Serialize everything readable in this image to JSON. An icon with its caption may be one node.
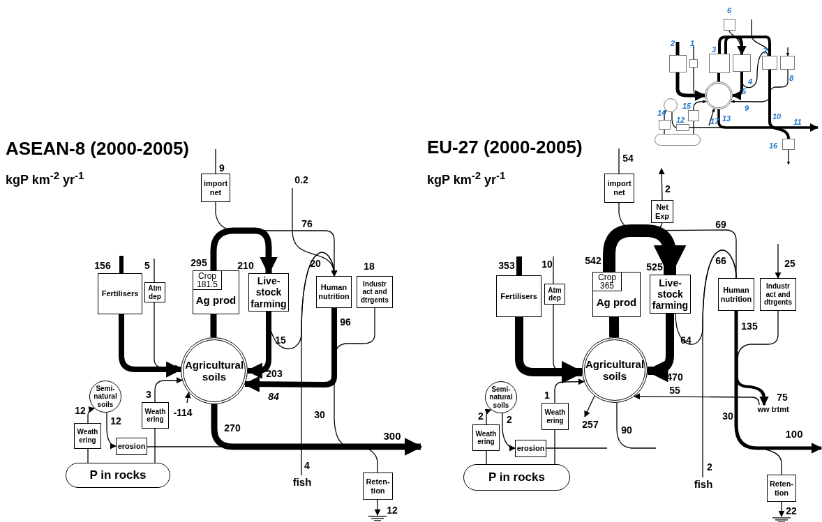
{
  "diagram": {
    "nodes": [
      {
        "text": [
          "import net"
        ]
      },
      {
        "text": [
          "Fertilisers"
        ]
      },
      {
        "text": [
          "Atm dep"
        ]
      },
      {
        "text": [
          "Crop 181.5",
          "Ag prod"
        ],
        "beside": [
          "295"
        ]
      },
      {
        "text": [
          "Live- stock farming"
        ]
      },
      {
        "text": [
          "Human nutrition"
        ],
        "beside": [
          "96"
        ]
      },
      {
        "text": [
          "Industr act and dtrgents"
        ],
        "beside": [
          "18"
        ]
      },
      {
        "text": [
          "Agricultural soils"
        ]
      },
      {
        "text": [
          "Semi- natural soils"
        ]
      },
      {
        "text": [
          "Weath ering"
        ]
      },
      {
        "text": [
          "Weath ering"
        ]
      },
      {
        "text": [
          "erosion"
        ]
      },
      {
        "text": [
          "P in rocks"
        ]
      },
      {
        "text": [
          "fish"
        ]
      },
      {
        "text": [
          "Reten- tion"
        ]
      },
      {
        "text": [
          "import net"
        ]
      },
      {
        "text": [
          "Net Exp"
        ]
      },
      {
        "text": [
          "Fertilisers"
        ]
      },
      {
        "text": [
          "Atm dep"
        ]
      },
      {
        "text": [
          "Crop 365",
          "Ag prod"
        ],
        "beside": [
          "542"
        ]
      },
      {
        "text": [
          "Live- stock farming"
        ]
      },
      {
        "text": [
          "Human nutrition"
        ],
        "beside": [
          "135"
        ]
      },
      {
        "text": [
          "Industr act and dtrgents"
        ]
      },
      {
        "text": [
          "Agricultural soils"
        ]
      },
      {
        "text": [
          "Semi- natural soils"
        ]
      },
      {
        "text": [
          "Weath ering"
        ]
      },
      {
        "text": [
          "Weath ering"
        ]
      },
      {
        "text": [
          "erosion"
        ]
      },
      {
        "text": [
          "P in rocks"
        ]
      },
      {
        "text": [
          "fish"
        ]
      },
      {
        "text": [
          "Reten- tion"
        ]
      },
      {
        "text": [
          "ww trtmt"
        ],
        "beside": [
          "75"
        ]
      },
      {
        "text": [],
        "shape": "box"
      },
      {
        "text": [],
        "shape": "box"
      },
      {
        "text": [],
        "shape": "box"
      },
      {
        "text": [],
        "shape": "box"
      },
      {
        "text": [],
        "shape": "box"
      },
      {
        "text": [],
        "shape": "box"
      },
      {
        "text": [],
        "shape": "box"
      },
      {
        "text": [],
        "shape": "circle"
      },
      {
        "text": [],
        "shape": "circle"
      },
      {
        "text": [],
        "shape": "box"
      },
      {
        "text": [],
        "shape": "box"
      },
      {
        "text": [],
        "shape": "box"
      },
      {
        "text": [],
        "shape": "box"
      },
      {
        "text": [],
        "shape": "box"
      }
    ],
    "edges": [
      {
        "from": null,
        "to": 0,
        "label": "9",
        "arrow": "none"
      },
      {
        "from": 0,
        "to": 4,
        "arrow": "to"
      },
      {
        "from": 3,
        "to": 4,
        "label": "210",
        "arrow": "to",
        "style": "thick"
      },
      {
        "from": 3,
        "to": 5,
        "label": "76",
        "arrow": "none"
      },
      {
        "from": null,
        "to": 5,
        "label": "0.2",
        "arrow": "to"
      },
      {
        "from": 4,
        "to": 5,
        "label": "15",
        "arrow": "to"
      },
      {
        "from": 13,
        "to": 5,
        "label": "4",
        "arrow": "to"
      },
      {
        "from": 7,
        "to": 3,
        "arrow": "none",
        "style": "thick"
      },
      {
        "from": null,
        "to": 1,
        "label": "156",
        "arrow": "none",
        "style": "thick"
      },
      {
        "from": 1,
        "to": 7,
        "arrow": "to",
        "style": "thick"
      },
      {
        "from": null,
        "to": 2,
        "label": "5",
        "arrow": "none"
      },
      {
        "from": 2,
        "to": 7,
        "arrow": "to"
      },
      {
        "from": 4,
        "to": 7,
        "label": "203",
        "arrow": "to",
        "style": "thick"
      },
      {
        "from": 5,
        "to": 7,
        "label": "84",
        "arrow": "to",
        "style": "thick"
      },
      {
        "from": 5,
        "to": null,
        "label": "30",
        "arrow": "none"
      },
      {
        "from": 6,
        "to": null,
        "arrow": "none"
      },
      {
        "from": null,
        "to": 7,
        "label": "-114",
        "arrow": "to"
      },
      {
        "from": 12,
        "to": 10,
        "arrow": "none"
      },
      {
        "from": 10,
        "to": 7,
        "label": "3",
        "arrow": "to"
      },
      {
        "from": 12,
        "to": 9,
        "arrow": "none"
      },
      {
        "from": 9,
        "to": 8,
        "label": "12",
        "arrow": "to"
      },
      {
        "from": 8,
        "to": 11,
        "label": "12",
        "arrow": "to"
      },
      {
        "from": 11,
        "to": null,
        "arrow": "none"
      },
      {
        "from": 7,
        "to": null,
        "label": "270",
        "arrow": "to",
        "style": "thick"
      },
      {
        "from": null,
        "to": 14,
        "arrow": "none"
      },
      {
        "from": 14,
        "to": null,
        "label": "12",
        "arrow": "to"
      },
      {
        "from": null,
        "to": 15,
        "label": "54",
        "arrow": "none"
      },
      {
        "from": 15,
        "to": 20,
        "arrow": "to"
      },
      {
        "from": 19,
        "to": 16,
        "arrow": "none"
      },
      {
        "from": 16,
        "to": null,
        "label": "2",
        "arrow": "to"
      },
      {
        "from": 19,
        "to": 20,
        "label": "525",
        "arrow": "to",
        "style": "thick"
      },
      {
        "from": 19,
        "to": 21,
        "label": "69",
        "arrow": "none"
      },
      {
        "from": null,
        "to": 22,
        "label": "25",
        "arrow": "to"
      },
      {
        "from": 20,
        "to": 21,
        "label": "64",
        "arrow": "none"
      },
      {
        "from": 29,
        "to": 21,
        "label": "2",
        "arrow": "none"
      },
      {
        "from": 23,
        "to": 19,
        "arrow": "none",
        "style": "thick"
      },
      {
        "from": null,
        "to": 17,
        "label": "353",
        "arrow": "none",
        "style": "thick"
      },
      {
        "from": 17,
        "to": 23,
        "arrow": "to",
        "style": "thick"
      },
      {
        "from": null,
        "to": 18,
        "label": "10",
        "arrow": "none"
      },
      {
        "from": 18,
        "to": 23,
        "arrow": "to"
      },
      {
        "from": 20,
        "to": 23,
        "label": "470",
        "arrow": "to",
        "style": "thick"
      },
      {
        "from": 21,
        "to": 31,
        "arrow": "to",
        "style": "thick"
      },
      {
        "from": 22,
        "to": 31,
        "arrow": "none"
      },
      {
        "from": 31,
        "to": 23,
        "label": "55",
        "arrow": "to"
      },
      {
        "from": 23,
        "to": null,
        "label": "257",
        "arrow": "to"
      },
      {
        "from": 21,
        "to": null,
        "label": "30",
        "arrow": "to",
        "style": "thick"
      },
      {
        "from": 23,
        "to": null,
        "label": "90",
        "arrow": "none"
      },
      {
        "from": 28,
        "to": 26,
        "arrow": "none"
      },
      {
        "from": 26,
        "to": 23,
        "label": "1",
        "arrow": "to"
      },
      {
        "from": 28,
        "to": 25,
        "arrow": "none"
      },
      {
        "from": 25,
        "to": 24,
        "label": "2",
        "arrow": "to"
      },
      {
        "from": 24,
        "to": 27,
        "label": "2",
        "arrow": "to"
      },
      {
        "from": 27,
        "to": null,
        "arrow": "none"
      },
      {
        "from": null,
        "to": 30,
        "arrow": "none"
      },
      {
        "from": 30,
        "to": null,
        "label": "22",
        "arrow": "to"
      },
      {
        "from": null,
        "to": 33,
        "label": "2",
        "arrow": "none",
        "style": "thick"
      },
      {
        "from": 33,
        "to": 39,
        "arrow": "to",
        "style": "thick"
      },
      {
        "from": null,
        "to": 34,
        "label": "1",
        "arrow": "none"
      },
      {
        "from": 34,
        "to": 39,
        "arrow": "to"
      },
      {
        "from": 39,
        "to": 35,
        "arrow": "none",
        "style": "thick"
      },
      {
        "from": 32,
        "to": 36,
        "label": "6",
        "arrow": "to"
      },
      {
        "from": 35,
        "to": 36,
        "label": "3",
        "arrow": "to",
        "style": "thick"
      },
      {
        "from": 35,
        "to": 37,
        "label": "7",
        "arrow": "none",
        "style": "thick"
      },
      {
        "from": null,
        "to": 37,
        "arrow": "to"
      },
      {
        "from": null,
        "to": 38,
        "arrow": "to"
      },
      {
        "from": 36,
        "to": 37,
        "label": "4",
        "arrow": "none"
      },
      {
        "from": 36,
        "to": 39,
        "label": "5",
        "arrow": "to",
        "style": "thick"
      },
      {
        "from": 37,
        "to": 39,
        "label": "9",
        "arrow": "to"
      },
      {
        "from": 38,
        "to": null,
        "label": "8",
        "arrow": "none"
      },
      {
        "from": 39,
        "to": null,
        "label": "13",
        "arrow": "to",
        "style": "thick"
      },
      {
        "from": 37,
        "to": 45,
        "label": "10",
        "arrow": "none",
        "style": "thick"
      },
      {
        "from": 45,
        "to": null,
        "label": "16",
        "arrow": "to"
      },
      {
        "from": 42,
        "to": null,
        "label": "11",
        "arrow": "to"
      },
      {
        "from": 44,
        "to": 41,
        "arrow": "none"
      },
      {
        "from": 41,
        "to": 40,
        "label": "14",
        "arrow": "to"
      },
      {
        "from": 40,
        "to": 42,
        "label": "12",
        "arrow": "none"
      },
      {
        "from": 44,
        "to": 43,
        "arrow": "none"
      },
      {
        "from": 43,
        "to": 39,
        "label": "15",
        "arrow": "to"
      },
      {
        "from": null,
        "to": 39,
        "label": "17",
        "arrow": "to"
      }
    ],
    "labels": [
      "ASEAN-8 (2000-2005)",
      "kgP km$^{-2}$ yr$^{-1}$",
      "20",
      "300",
      "EU-27 (2000-2005)",
      "kgP km$^{-2}$ yr$^{-1}$",
      "66",
      "100"
    ]
  }
}
